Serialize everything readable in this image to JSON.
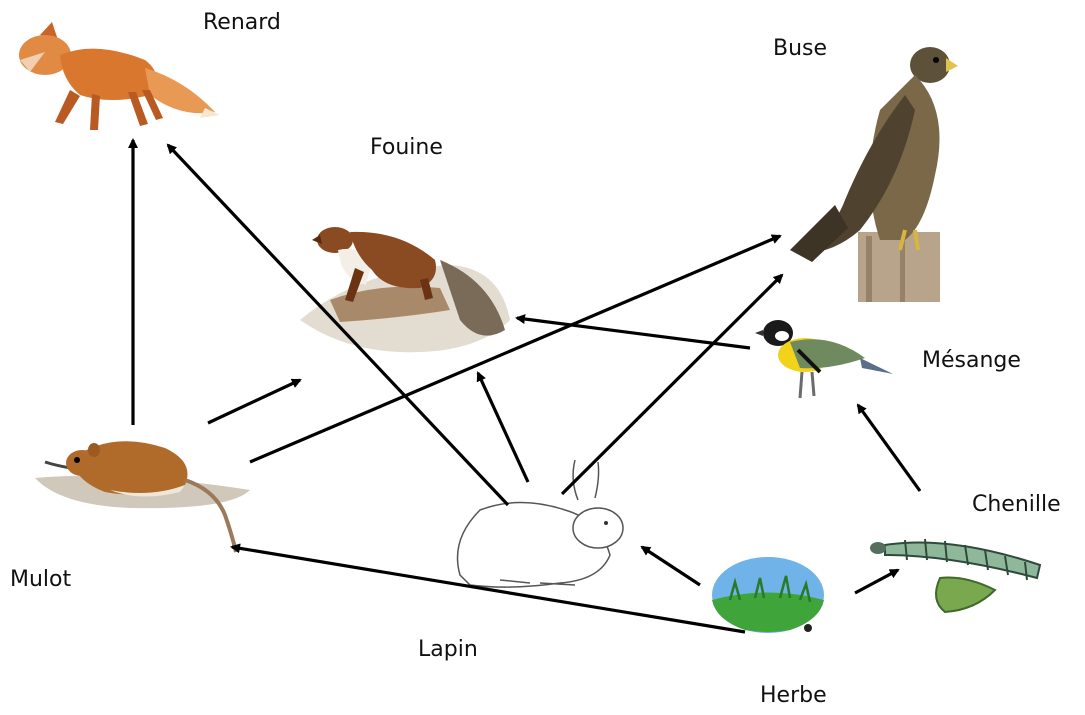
{
  "labels": {
    "renard": "Renard",
    "buse": "Buse",
    "fouine": "Fouine",
    "mesange": "Mésange",
    "chenille": "Chenille",
    "mulot": "Mulot",
    "lapin": "Lapin",
    "herbe": "Herbe"
  },
  "colors": {
    "arrow": "#000000",
    "fox": "#d9772e",
    "marten": "#8a4a22",
    "buzzard": "#6b5a3e",
    "grass": "#3fa53a",
    "sky": "#6fb3e8",
    "titmouse_yellow": "#f2d21b",
    "caterpillar": "#8fb89a"
  },
  "relations": [
    {
      "from": "mulot",
      "to": "renard"
    },
    {
      "from": "lapin",
      "to": "renard"
    },
    {
      "from": "mulot",
      "to": "fouine"
    },
    {
      "from": "lapin",
      "to": "fouine"
    },
    {
      "from": "mesange",
      "to": "fouine"
    },
    {
      "from": "mulot",
      "to": "buse"
    },
    {
      "from": "lapin",
      "to": "buse"
    },
    {
      "from": "chenille",
      "to": "mesange"
    },
    {
      "from": "herbe",
      "to": "chenille"
    },
    {
      "from": "herbe",
      "to": "lapin"
    },
    {
      "from": "herbe",
      "to": "mulot"
    }
  ]
}
